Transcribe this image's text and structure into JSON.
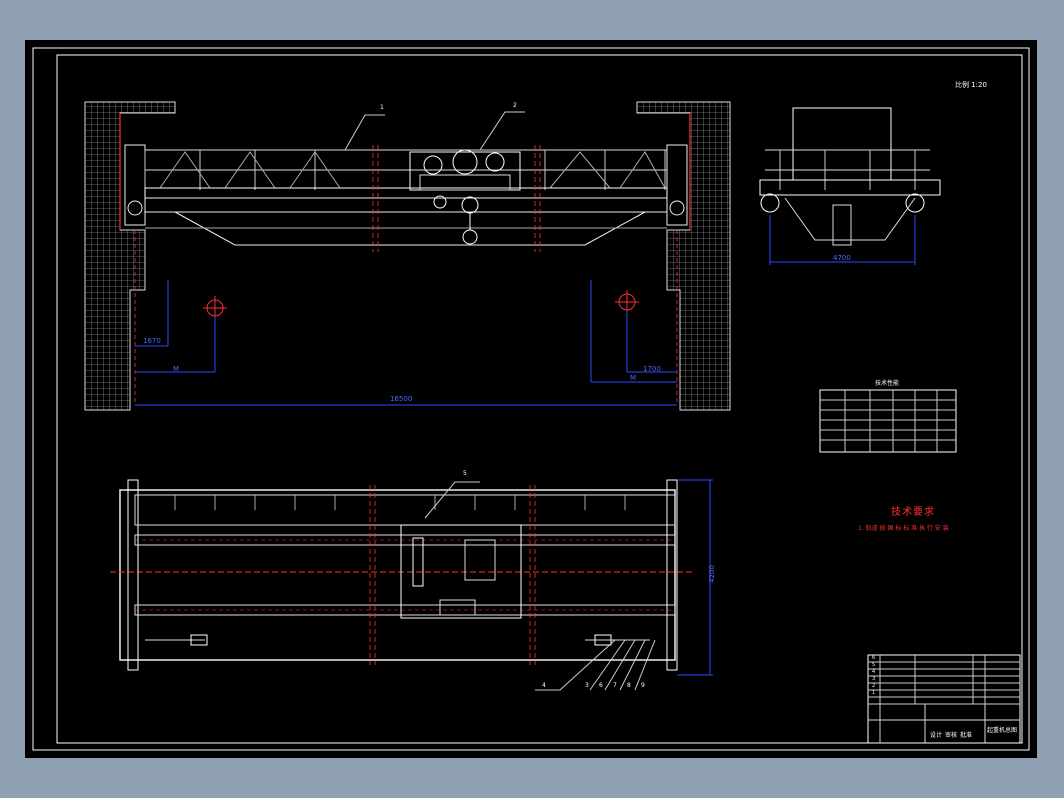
{
  "scale_note": "比例 1:20",
  "dims": {
    "span": "16500",
    "left_a": "1670",
    "left_b": "M",
    "right_a": "1700",
    "right_b": "M",
    "wheelbase": "4700",
    "plan_width": "4200"
  },
  "callouts": [
    "1",
    "2",
    "3",
    "4",
    "5",
    "6",
    "7",
    "8",
    "9"
  ],
  "table_title": "技术性能",
  "tech_title": "技术要求",
  "tech_note": "1. 轨道 按 国 标 标 准 执 行 安 装",
  "title_block": {
    "rows": [
      "6",
      "5",
      "4",
      "3",
      "2",
      "1"
    ],
    "project": "起重机总图",
    "footer": [
      "设计",
      "审核",
      "批准"
    ]
  },
  "colors": {
    "frame": "#ffffff",
    "dimension": "#2d4bff",
    "centerline": "#ff2a2a",
    "structure": "#e8e8e8"
  }
}
